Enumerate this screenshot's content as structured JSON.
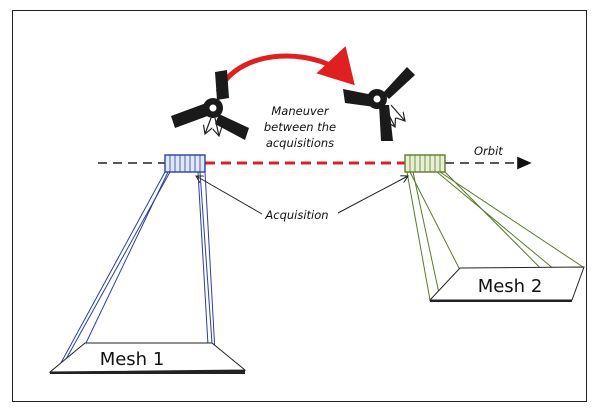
{
  "labels": {
    "maneuver_line1": "Maneuver",
    "maneuver_line2": "between the",
    "maneuver_line3": "acquisitions",
    "orbit": "Orbit",
    "acquisition": "Acquisition",
    "mesh1": "Mesh 1",
    "mesh2": "Mesh 2"
  },
  "colors": {
    "maneuver_arrow": "#e02020",
    "orbit_dashed": "#222222",
    "maneuver_segment": "#e02020",
    "acquisition_box_1": "#2a3fa0",
    "acquisition_box_2": "#5a7a2a",
    "satellite_body": "#1a1a1a"
  },
  "icons": [
    "satellite-icon",
    "satellite-icon"
  ]
}
